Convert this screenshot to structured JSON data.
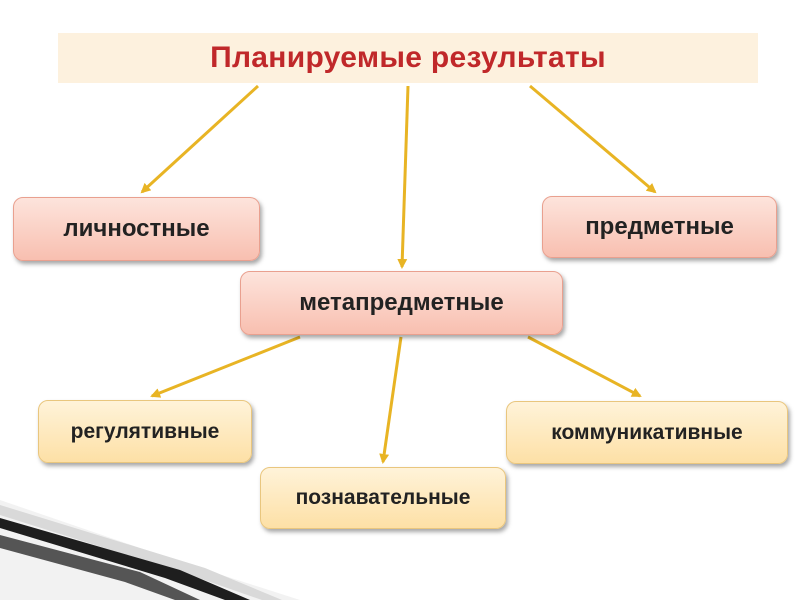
{
  "title": "Планируемые результаты",
  "nodes": {
    "personal": "личностные",
    "subject": "предметные",
    "meta": "метапредметные",
    "regulative": "регулятивные",
    "cognitive": "познавательные",
    "communicative": "коммуникативные"
  },
  "colors": {
    "title_text": "#c0282a",
    "title_band": "#fdf1de",
    "arrow": "#e8b424",
    "top_level_box": "#f8bfb0",
    "sub_level_box": "#fde0a6"
  }
}
